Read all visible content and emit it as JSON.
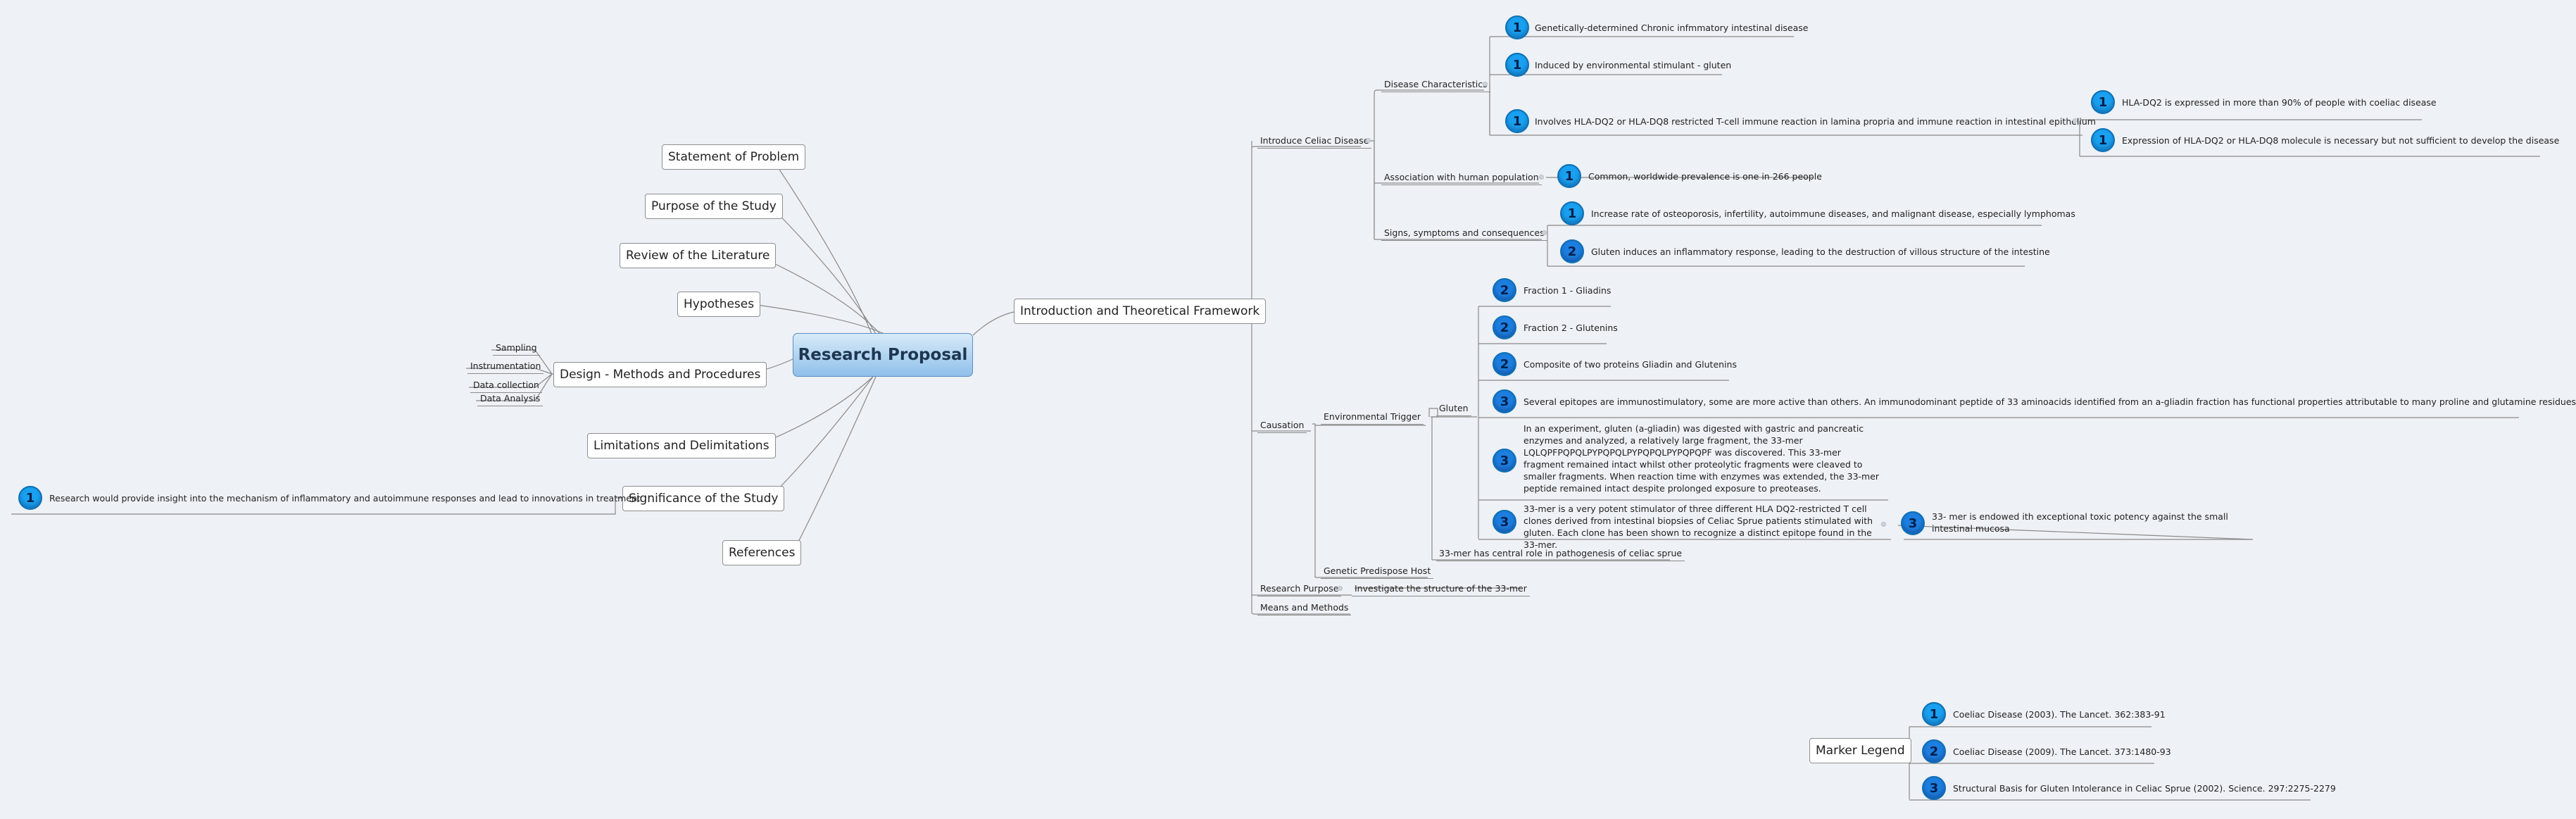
{
  "central": "Research Proposal",
  "left_topics": {
    "statement": "Statement of Problem",
    "purpose": "Purpose of the Study",
    "review": "Review of the Literature",
    "hypotheses": "Hypotheses",
    "design": "Design - Methods and Procedures",
    "limitations": "Limitations and Delimitations",
    "significance": "Significance of the Study",
    "references": "References"
  },
  "design_children": [
    "Sampling",
    "Instrumentation",
    "Data collection",
    "Data Analysis"
  ],
  "significance_child": {
    "marker": "1",
    "text": "Research would provide insight into the mechanism of inflammatory and autoimmune responses and lead to innovations in treatment"
  },
  "intro": {
    "title": "Introduction and Theoretical Framework",
    "celiac": "Introduce Celiac Disease",
    "disease_characteristics": "Disease Characteristics",
    "dc_items": [
      {
        "marker": "1",
        "text": "Genetically-determined Chronic infmmatory intestinal disease"
      },
      {
        "marker": "1",
        "text": "Induced by environmental stimulant - gluten"
      },
      {
        "marker": "1",
        "text": "Involves HLA-DQ2 or HLA-DQ8 restricted T-cell immune reaction in lamina propria and immune reaction in intestinal epithelium"
      }
    ],
    "hla_items": [
      {
        "marker": "1",
        "text": "HLA-DQ2 is expressed in more than 90% of people with coeliac disease"
      },
      {
        "marker": "1",
        "text": "Expression of HLA-DQ2 or HLA-DQ8 molecule is necessary but not sufficient to develop the disease"
      }
    ],
    "association": "Association with human population",
    "association_item": {
      "marker": "1",
      "text": "Common, worldwide prevalence is one in 266 people"
    },
    "signs": "Signs, symptoms and consequences",
    "signs_items": [
      {
        "marker": "1",
        "text": "Increase rate of osteoporosis, infertility, autoimmune diseases, and malignant disease, especially lymphomas"
      },
      {
        "marker": "2",
        "text": "Gluten induces an inflammatory response, leading to the destruction of villous structure of the intestine"
      }
    ],
    "causation": "Causation",
    "env_trigger": "Environmental Trigger",
    "gluten": "Gluten",
    "gluten_items": [
      {
        "marker": "2",
        "text": "Fraction 1 - Gliadins"
      },
      {
        "marker": "2",
        "text": "Fraction 2 - Glutenins"
      },
      {
        "marker": "2",
        "text": "Composite of two proteins Gliadin and Glutenins"
      },
      {
        "marker": "3",
        "text": "Several epitopes are immunostimulatory, some are more active than others. An immunodominant peptide of 33 aminoacids identified from an a-gliadin fraction has functional properties attributable to many proline and glutamine residues"
      },
      {
        "marker": "3",
        "text": "In an experiment, gluten (a-gliadin) was digested with gastric and pancreatic enzymes and analyzed, a relatively large fragment, the 33-mer LQLQPFPQPQLPYPQPQLPYPQPQLPYPQPQPF was discovered. This 33-mer fragment remained intact whilst other proteolytic fragments were cleaved to smaller fragments. When reaction time with enzymes was extended, the 33-mer peptide remained intact despite prolonged exposure to preoteases."
      },
      {
        "marker": "3",
        "text": "33-mer is a very potent stimulator of three different HLA DQ2-restricted T cell clones derived from intestinal biopsies of Celiac Sprue patients stimulated with gluten. Each clone has been shown to recognize a distinct epitope found in the 33-mer."
      }
    ],
    "potency_item": {
      "marker": "3",
      "text": "33- mer is endowed ith exceptional toxic potency against the small intestinal mucosa"
    },
    "central_role": "33-mer has central role in pathogenesis of celiac sprue",
    "genetic": "Genetic Predispose Host",
    "research_purpose": "Research Purpose",
    "investigate": "Investigate the structure of the 33-mer",
    "means": "Means and Methods"
  },
  "legend": {
    "title": "Marker Legend",
    "items": [
      {
        "marker": "1",
        "text": "Coeliac Disease (2003). The Lancet. 362:383-91"
      },
      {
        "marker": "2",
        "text": "Coeliac Disease (2009). The Lancet. 373:1480-93"
      },
      {
        "marker": "3",
        "text": "Structural Basis for Gluten Intolerance in Celiac Sprue (2002). Science. 297:2275-2279"
      }
    ]
  }
}
